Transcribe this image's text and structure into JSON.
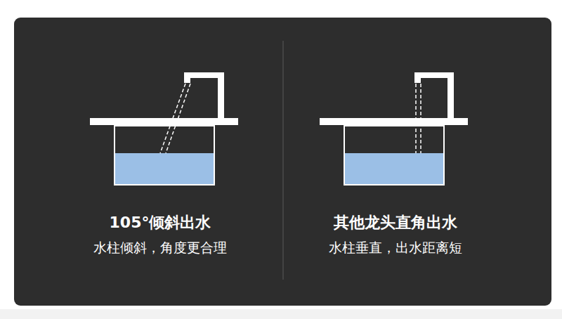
{
  "diagram": {
    "labels": [
      "105°倾斜出水",
      "水柱倾斜，角度更合理",
      "其他龙头直角出水",
      "水柱垂直，出水距离短"
    ]
  }
}
